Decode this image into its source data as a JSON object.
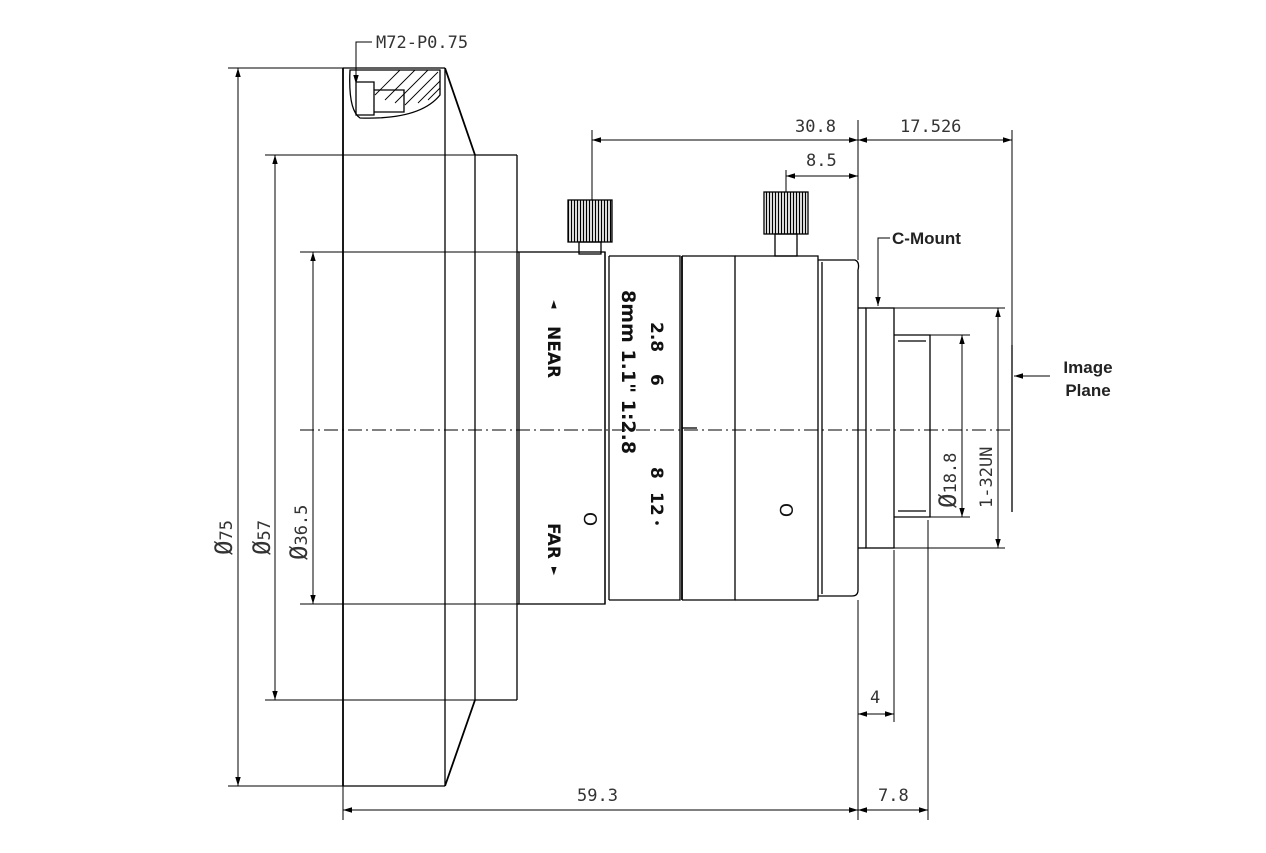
{
  "dimensions": {
    "thread": "M72-P0.75",
    "d75": "75",
    "d57": "57",
    "d36": "36.5",
    "len_30_8": "30.8",
    "len_17_526": "17.526",
    "len_8_5": "8.5",
    "len_59_3": "59.3",
    "len_7_8": "7.8",
    "len_4": "4",
    "d18_8": "18.8",
    "thread_un": "1-32UN"
  },
  "labels": {
    "cmount": "C-Mount",
    "image_plane_line1": "Image",
    "image_plane_line2": "Plane",
    "near": "NEAR",
    "far": "FAR",
    "lens_model": "8mm 1.1\" 1:2.8",
    "scale_2_8": "2.8",
    "scale_6": "6",
    "scale_8": "8",
    "scale_12": "12"
  },
  "symbols": {
    "diameter": "Ø",
    "circle_mark": "O"
  }
}
